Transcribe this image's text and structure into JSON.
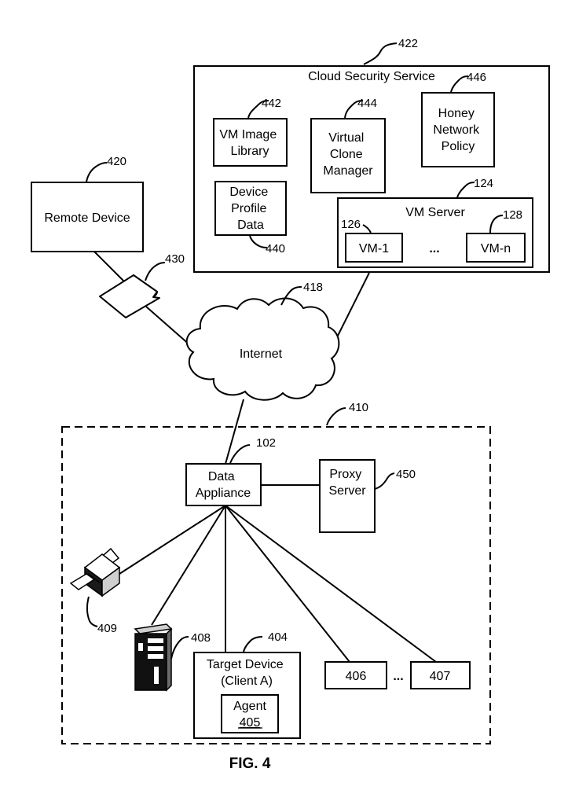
{
  "cloud_security_service": {
    "title": "Cloud Security Service",
    "ref": "422",
    "vm_image_library": {
      "lines": [
        "VM Image",
        "Library"
      ],
      "ref": "442"
    },
    "device_profile_data": {
      "lines": [
        "Device",
        "Profile",
        "Data"
      ],
      "ref": "440"
    },
    "virtual_clone_manager": {
      "lines": [
        "Virtual",
        "Clone",
        "Manager"
      ],
      "ref": "444"
    },
    "honey_network_policy": {
      "lines": [
        "Honey",
        "Network",
        "Policy"
      ],
      "ref": "446"
    },
    "vm_server": {
      "title": "VM Server",
      "ref": "124",
      "vm1": {
        "label": "VM-1",
        "ref": "126"
      },
      "ellipsis": "...",
      "vmn": {
        "label": "VM-n",
        "ref": "128"
      }
    }
  },
  "remote_device": {
    "label": "Remote Device",
    "ref": "420"
  },
  "message": {
    "ref": "430"
  },
  "internet": {
    "label": "Internet",
    "ref": "418"
  },
  "network": {
    "ref": "410",
    "data_appliance": {
      "lines": [
        "Data",
        "Appliance"
      ],
      "ref": "102"
    },
    "proxy_server": {
      "lines": [
        "Proxy",
        "Server"
      ],
      "ref": "450"
    },
    "printer": {
      "ref": "409"
    },
    "server_tower": {
      "ref": "408"
    },
    "target_device": {
      "lines": [
        "Target Device",
        "(Client A)"
      ],
      "ref": "404",
      "agent": {
        "label": "Agent",
        "ref": "405"
      }
    },
    "device_406": {
      "label": "406"
    },
    "device_ellipsis": "...",
    "device_407": {
      "label": "407"
    }
  },
  "caption": "FIG. 4"
}
